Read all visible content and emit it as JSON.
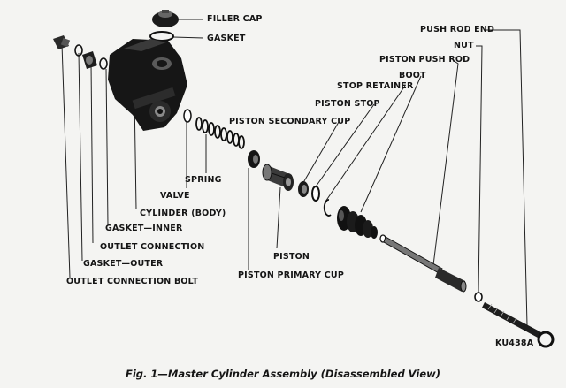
{
  "figure": {
    "caption": "Fig. 1—Master Cylinder Assembly (Disassembled View)",
    "code": "KU438A"
  },
  "labels": {
    "filler_cap": "FILLER CAP",
    "gasket": "GASKET",
    "push_rod_end": "PUSH ROD END",
    "nut": "NUT",
    "piston_push_rod": "PISTON PUSH ROD",
    "boot": "BOOT",
    "stop_retainer": "STOP RETAINER",
    "piston_stop": "PISTON STOP",
    "piston_secondary_cup": "PISTON SECONDARY CUP",
    "spring": "SPRING",
    "valve": "VALVE",
    "cylinder_body": "CYLINDER (BODY)",
    "gasket_inner": "GASKET—INNER",
    "outlet_connection": "OUTLET CONNECTION",
    "gasket_outer": "GASKET—OUTER",
    "outlet_connection_bolt": "OUTLET CONNECTION BOLT",
    "piston": "PISTON",
    "piston_primary_cup": "PISTON PRIMARY CUP"
  }
}
